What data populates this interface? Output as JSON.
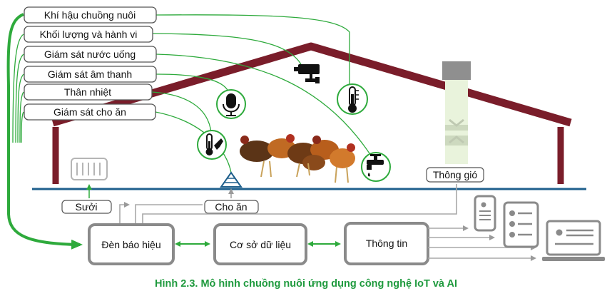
{
  "sensor_labels": [
    "Khí hậu chuồng nuôi",
    "Khối lượng và hành vi",
    "Giám sát nước uống",
    "Giám sát âm thanh",
    "Thân nhiệt",
    "Giám sát cho ăn"
  ],
  "actuators": {
    "heater": "Sưởi",
    "feeding": "Cho ăn",
    "ventilation": "Thông gió"
  },
  "processing": {
    "alarm": "Đèn báo hiệu",
    "database": "Cơ sở dữ liệu",
    "information": "Thông tin"
  },
  "caption": "Hình 2.3. Mô hình chuồng nuôi ứng dụng công nghệ IoT và AI",
  "colors": {
    "roof": "#7a1d2a",
    "connector_green": "#2eaa3c",
    "box_gray": "#8a8a8a",
    "ground_line": "#1e5f8c",
    "caption": "#1f9a3e"
  },
  "icons": [
    "camera-icon",
    "thermometer-icon",
    "microphone-icon",
    "thermometer-bird-icon",
    "water-tap-icon",
    "heater-icon",
    "feeder-icon",
    "chickens-image",
    "ventilation-fan-icon",
    "phone-icon",
    "tablet-icon",
    "computer-icon"
  ]
}
